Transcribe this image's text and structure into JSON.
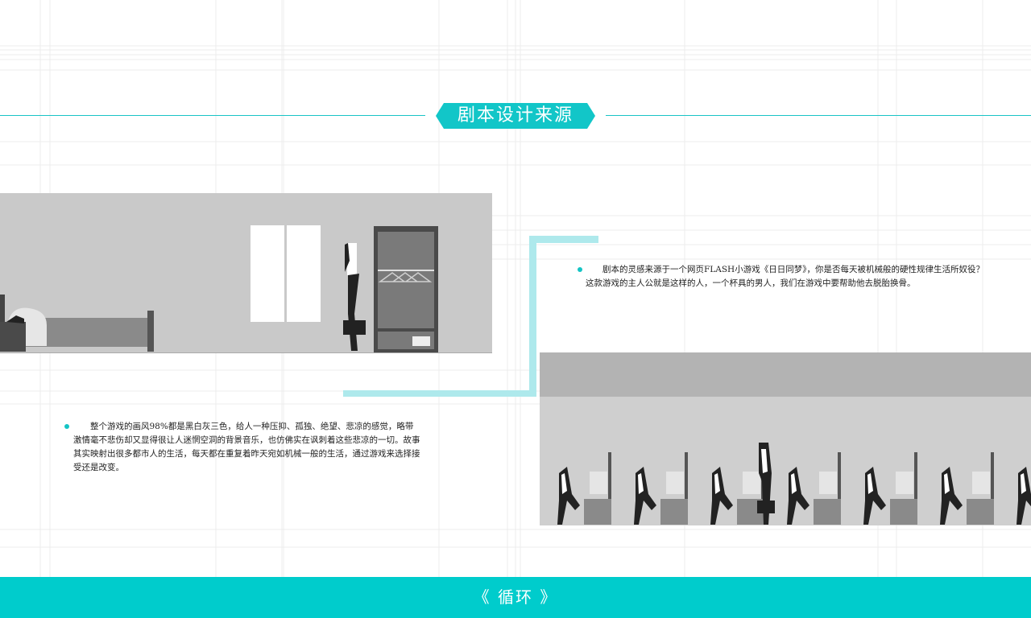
{
  "header": {
    "title": "剧本设计来源"
  },
  "sections": {
    "inspiration": {
      "text": "　　剧本的灵感来源于一个网页FLASH小游戏《日日同梦》，你是否每天被机械般的硬性规律生活所奴役？这款游戏的主人公就是这样的人，一个杯具的男人，我们在游戏中要帮助他去脱胎换骨。"
    },
    "art_style": {
      "text": "　　整个游戏的画风98%都是黑白灰三色，给人一种压抑、孤独、绝望、悲凉的感觉，略带激情毫不悲伤却又显得很让人迷惘空洞的背景音乐，也仿佛实在讽刺着这些悲凉的一切。故事其实映射出很多都市人的生活，每天都在重复着昨天宛如机械一般的生活，通过游戏来选择接受还是改变。"
    }
  },
  "footer": {
    "label": "《 循环 》"
  },
  "colors": {
    "accent": "#12c6c8",
    "footer": "#00cccc",
    "connector": "#aee9ec",
    "scene_gray": "#c9c9c9"
  }
}
